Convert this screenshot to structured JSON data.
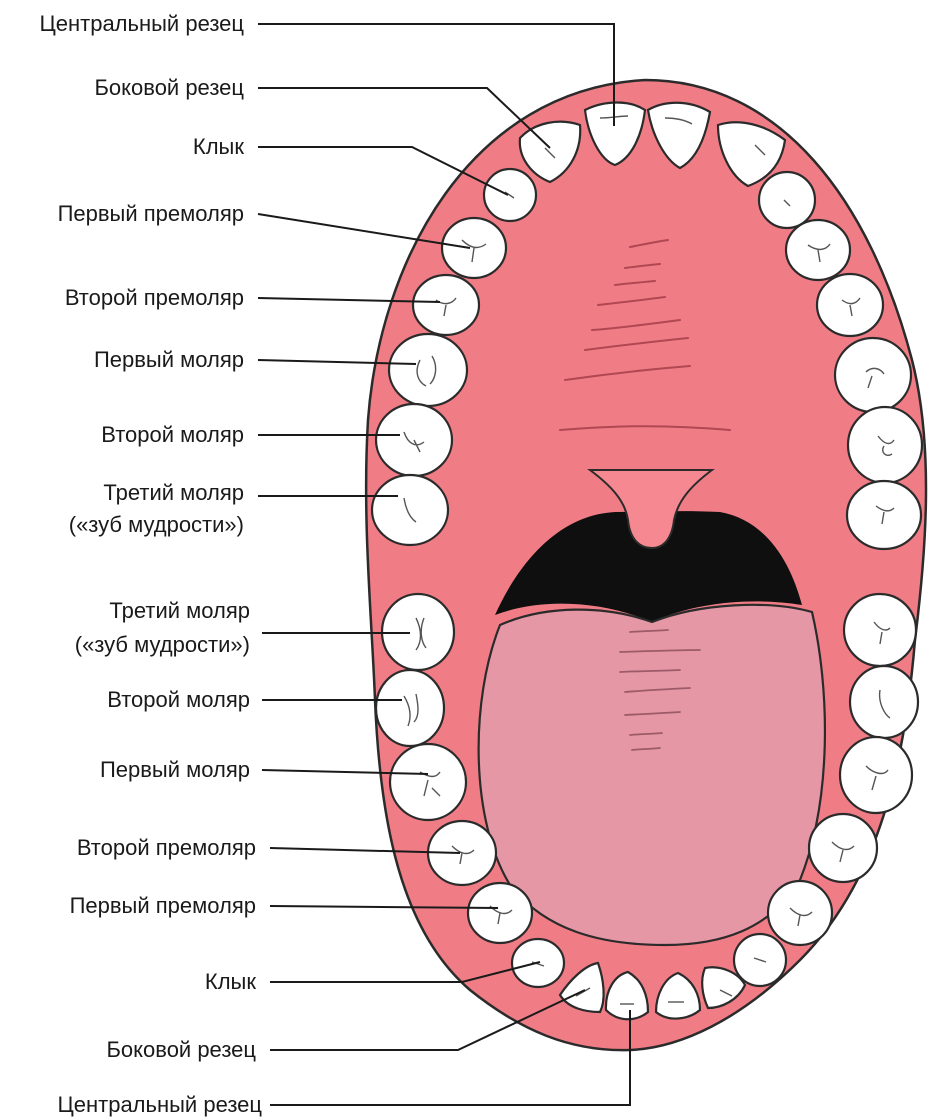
{
  "upper_labels": [
    "Центральный резец",
    "Боковой резец",
    "Клык",
    "Первый премоляр",
    "Второй премоляр",
    "Первый моляр",
    "Второй моляр",
    "Третий моляр",
    "(«зуб мудрости»)"
  ],
  "lower_labels": [
    "Третий моляр",
    "(«зуб мудрости»)",
    "Второй моляр",
    "Первый моляр",
    "Второй премоляр",
    "Первый премоляр",
    "Клык",
    "Боковой резец",
    "Центральный резец"
  ],
  "colors": {
    "gum": "#f07d86",
    "tongue": "#e697a5",
    "throat": "#0f0f0f",
    "tooth": "#ffffff"
  }
}
